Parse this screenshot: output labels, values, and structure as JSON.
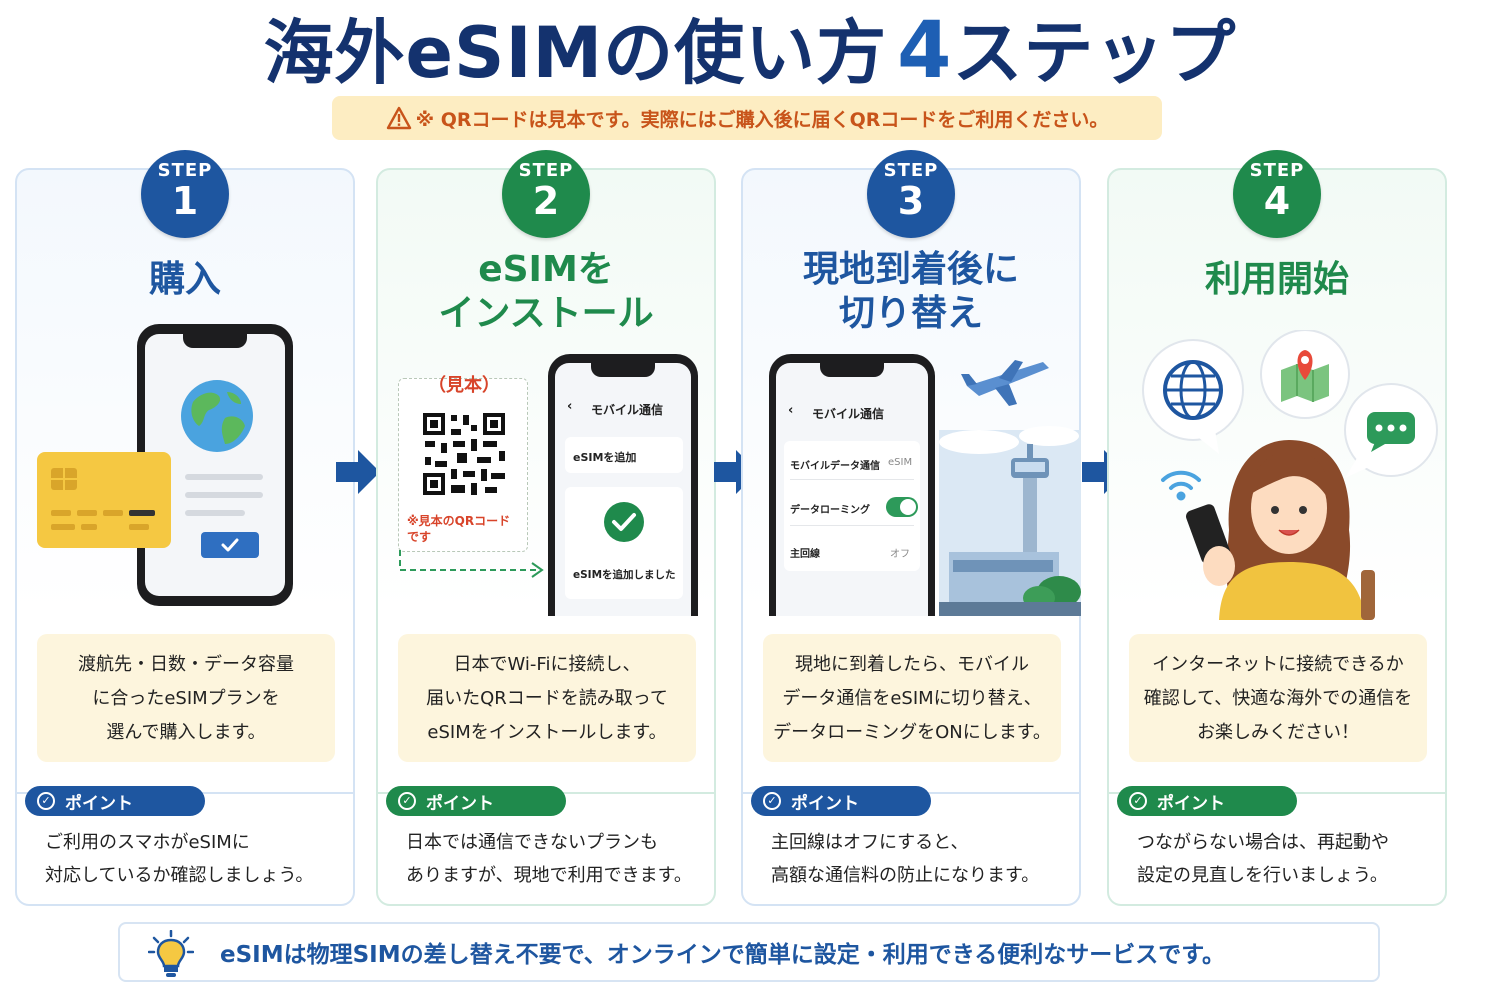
{
  "header": {
    "title": "海外eSIMの使い方",
    "title_num": "4",
    "title_suffix": "ステップ",
    "notice_icon": "warning-triangle-icon",
    "notice": "※ QRコードは見本です。実際にはご購入後に届くQRコードをご利用ください。"
  },
  "steps": [
    {
      "label": "STEP",
      "number": "1",
      "color": "#1e56a0",
      "title_lines": [
        "購入"
      ],
      "description": [
        "渡航先・日数・データ容量",
        "に合ったeSIMプランを",
        "選んで購入します。"
      ],
      "point_label": "ポイント",
      "point": [
        "ご利用のスマホがeSIMに",
        "対応しているか確認しましょう。"
      ]
    },
    {
      "label": "STEP",
      "number": "2",
      "color": "#1f8a4c",
      "title_lines": [
        "eSIMを",
        "インストール"
      ],
      "sample_label": "（見本）",
      "sample_note": [
        "※見本のQRコード",
        "です"
      ],
      "screen_header": "モバイル通信",
      "add_esim": "eSIMを追加",
      "added_msg": "eSIMを追加しました",
      "description": [
        "日本でWi-Fiに接続し、",
        "届いたQRコードを読み取って",
        "eSIMをインストールします。"
      ],
      "point_label": "ポイント",
      "point": [
        "日本では通信できないプランも",
        "ありますが、現地で利用できます。"
      ]
    },
    {
      "label": "STEP",
      "number": "3",
      "color": "#1e56a0",
      "title_lines": [
        "現地到着後に",
        "切り替え"
      ],
      "screen_header": "モバイル通信",
      "rows": [
        {
          "label": "モバイルデータ通信",
          "value": "eSIM"
        },
        {
          "label": "データローミング",
          "value": ""
        },
        {
          "label": "主回線",
          "value": "オフ"
        }
      ],
      "description": [
        "現地に到着したら、モバイル",
        "データ通信をeSIMに切り替え、",
        "データローミングをONにします。"
      ],
      "point_label": "ポイント",
      "point": [
        "主回線はオフにすると、",
        "高額な通信料の防止になります。"
      ]
    },
    {
      "label": "STEP",
      "number": "4",
      "color": "#1f8a4c",
      "title_lines": [
        "利用開始"
      ],
      "description": [
        "インターネットに接続できるか",
        "確認して、快適な海外での通信を",
        "お楽しみください！"
      ],
      "point_label": "ポイント",
      "point": [
        "つながらない場合は、再起動や",
        "設定の見直しを行いましょう。"
      ]
    }
  ],
  "footer": {
    "icon": "lightbulb-icon",
    "text": "eSIMは物理SIMの差し替え不要で、オンラインで簡単に設定・利用できる便利なサービスです。"
  }
}
